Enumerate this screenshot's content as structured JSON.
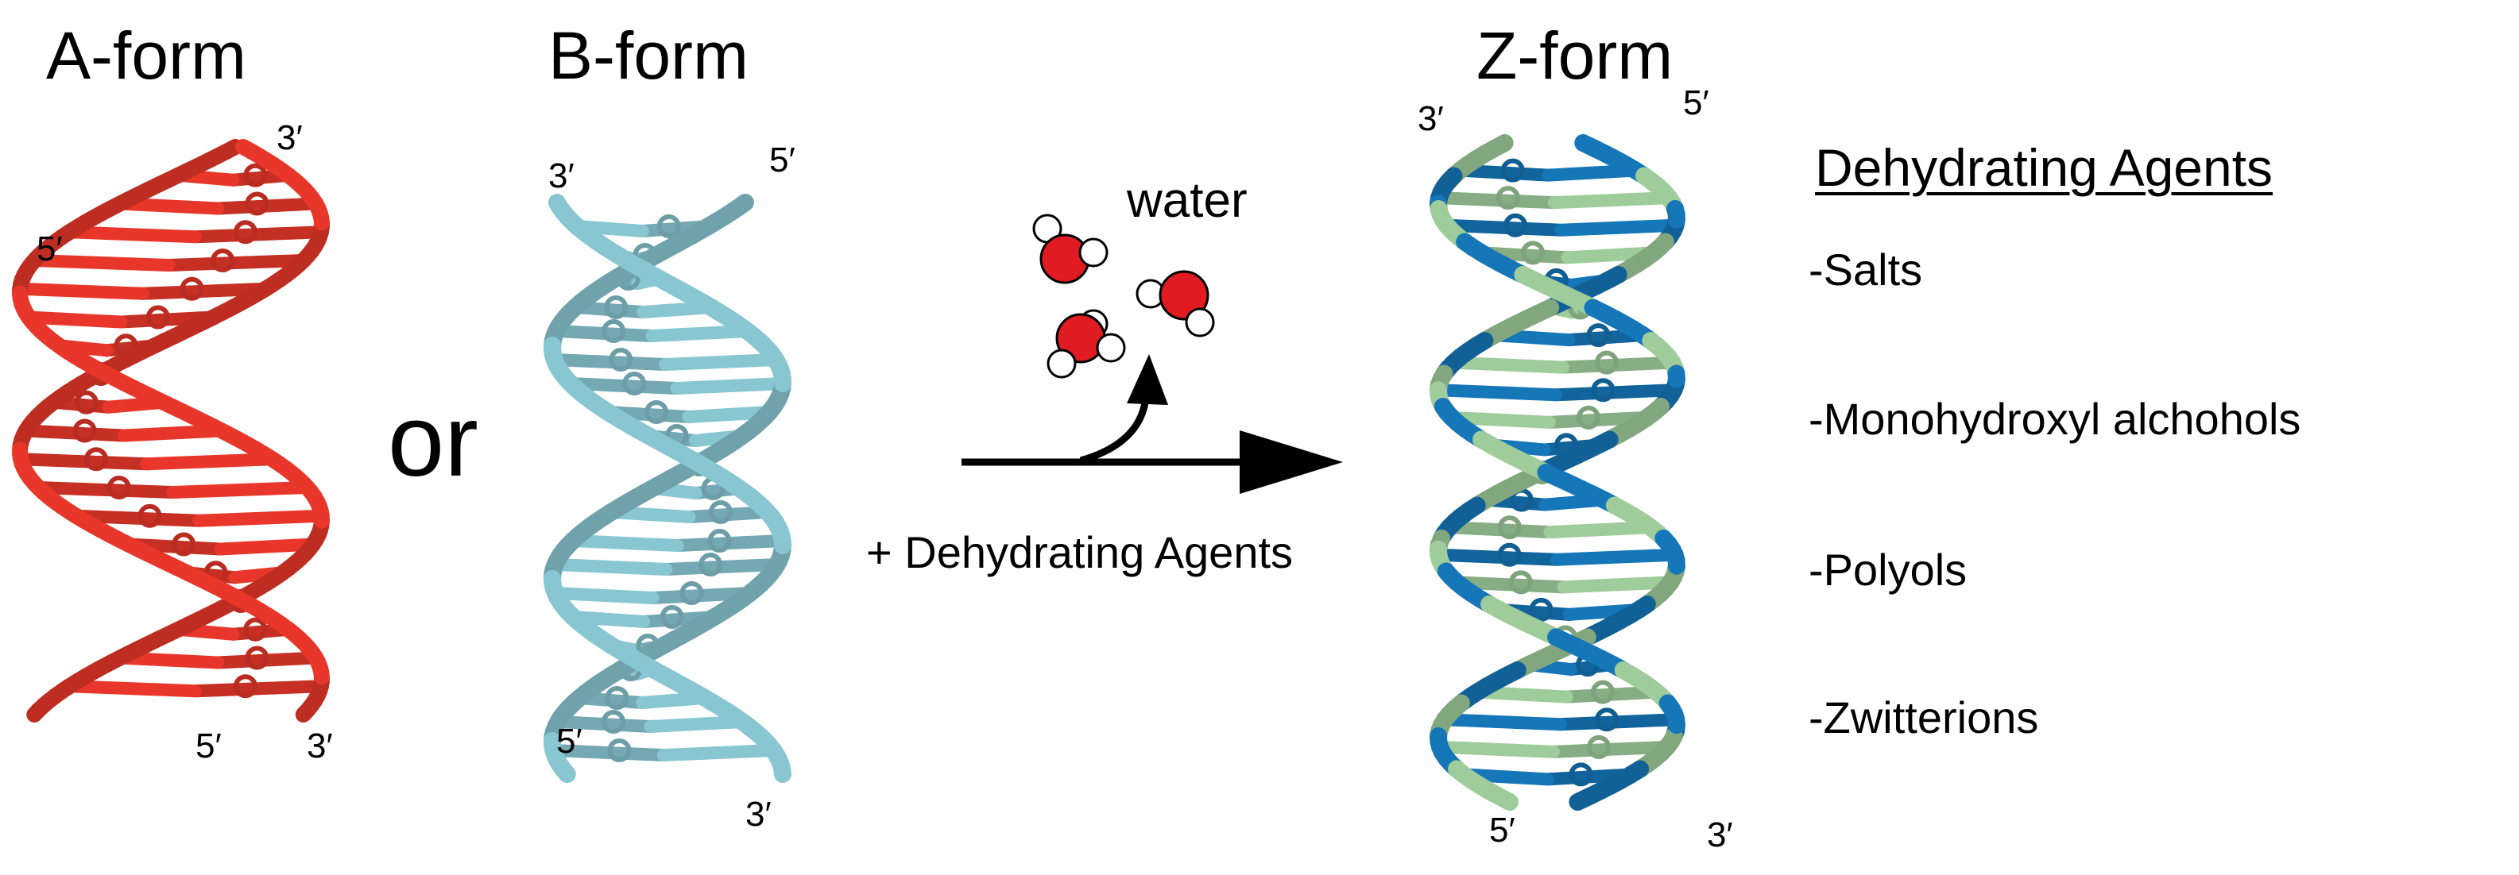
{
  "colors": {
    "a_form": "#e8372a",
    "b_form": "#88c6d2",
    "z_light": "#9fcc9b",
    "z_dark": "#1576b8",
    "water_oxygen": "#e01b22",
    "water_hydrogen": "#ffffff",
    "arrow": "#000000"
  },
  "a_form": {
    "title": "A-form",
    "ends": [
      "3′",
      "5′",
      "5′",
      "3′"
    ]
  },
  "connector": {
    "text": "or"
  },
  "b_form": {
    "title": "B-form",
    "ends": [
      "3′",
      "5′",
      "5′",
      "3′"
    ]
  },
  "reaction": {
    "water_label": "water",
    "agents_caption": "+ Dehydrating Agents",
    "icons": [
      "water-molecule",
      "water-molecule",
      "water-molecule",
      "curved-arrow",
      "reaction-arrow"
    ]
  },
  "z_form": {
    "title": "Z-form",
    "ends": [
      "3′",
      "5′",
      "5′",
      "3′"
    ]
  },
  "agents_list": {
    "heading": "Dehydrating Agents",
    "items": [
      "-Salts",
      "-Monohydroxyl alchohols",
      "-Polyols",
      "-Zwitterions"
    ]
  }
}
